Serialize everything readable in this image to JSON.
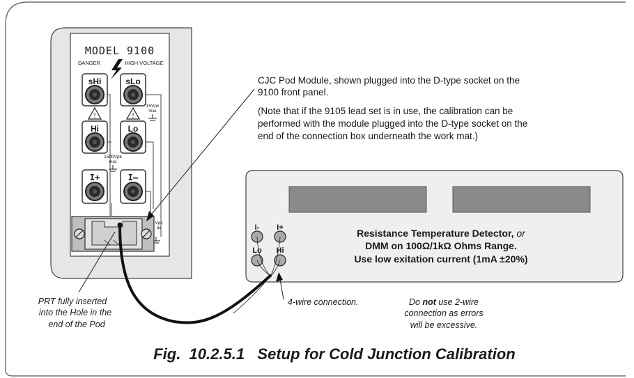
{
  "panel": {
    "model": "MODEL 9100",
    "danger": "DANGER",
    "high_voltage": "HIGH VOLTAGE",
    "terminals": {
      "shi": "sHi",
      "slo": "sLo",
      "hi": "Hi",
      "lo": "Lo",
      "iplus": "I+",
      "iminus": "I–"
    },
    "rating_15": "15Vpk",
    "rating_15_max": "max",
    "rating_1500": "1500Vpk",
    "rating_1500_max": "max",
    "rating_pod": "Vpk",
    "rating_pod_max": "ax"
  },
  "callout": {
    "line1": "CJC Pod Module, shown plugged into the D-type socket on the",
    "line2": "9100 front panel.",
    "note1": "(Note that if the 9105 lead set is in use, the calibration can be",
    "note2": "performed with the module plugged into the D-type socket on the",
    "note3": "end of the connection box underneath the work mat.)"
  },
  "rtd": {
    "term_iminus": "I-",
    "term_iplus": "I+",
    "term_lo": "Lo",
    "term_hi": "Hi",
    "line1_bold": "Resistance Temperature Detector,",
    "line1_italic": " or",
    "line2": "DMM on 100Ω/1kΩ Ohms Range.",
    "line3": "Use low exitation current (1mA ±20%)"
  },
  "labels": {
    "prt1": "PRT fully inserted",
    "prt2": "into the Hole in the",
    "prt3": "end of the Pod",
    "wire": "4-wire connection.",
    "warn1_a": "Do ",
    "warn1_b": "not",
    "warn1_c": " use 2-wire",
    "warn2": "connection as errors",
    "warn3": "will be excessive."
  },
  "caption": "Fig.  10.2.5.1   Setup for Cold Junction Calibration"
}
